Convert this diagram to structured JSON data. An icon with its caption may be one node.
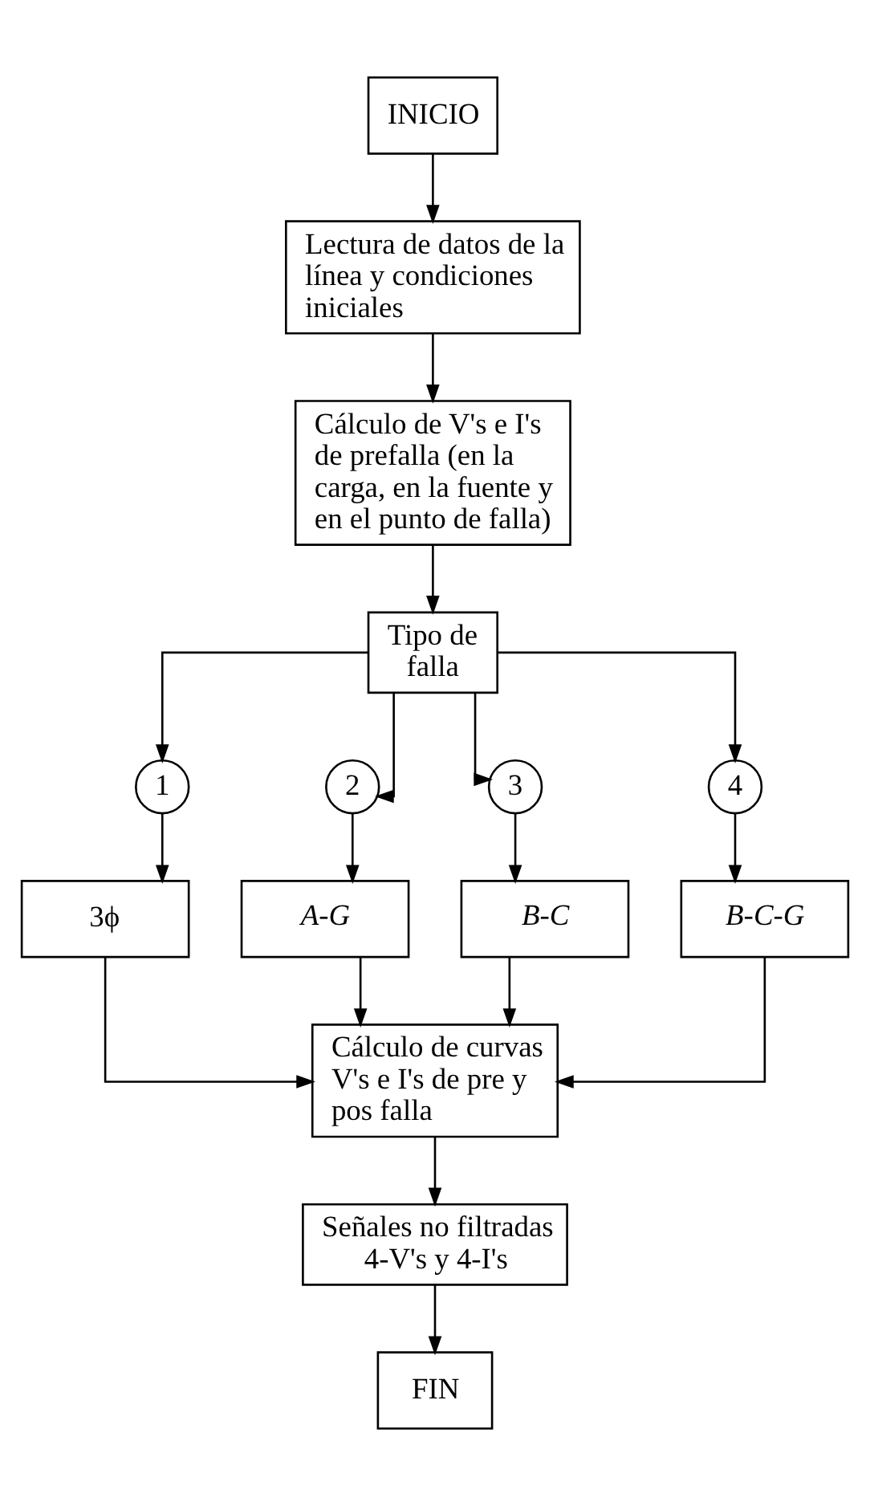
{
  "diagram": {
    "nodes": [
      {
        "text": [
          "INICIO"
        ]
      },
      {
        "text": [
          "Lectura de datos de la línea y condiciones iniciales"
        ]
      },
      {
        "text": [
          "Cálculo de V's e I's de prefalla (en la carga, en la fuente y en el punto de falla)"
        ]
      },
      {
        "text": [
          "Tipo de falla"
        ]
      },
      {
        "text": [
          "1"
        ]
      },
      {
        "text": [
          "2"
        ]
      },
      {
        "text": [
          "3"
        ]
      },
      {
        "text": [
          "4"
        ]
      },
      {
        "text": [
          "3ϕ"
        ]
      },
      {
        "text": [
          "A-G"
        ]
      },
      {
        "text": [
          "B-C"
        ]
      },
      {
        "text": [
          "B-C-G"
        ]
      },
      {
        "text": [
          "Cálculo de curvas V's e I's de pre y pos falla"
        ]
      },
      {
        "text": [
          "Señales no filtradas 4-V's y 4-I's"
        ]
      },
      {
        "text": [
          "FIN"
        ]
      }
    ],
    "edges": [
      {
        "from": 0,
        "to": 1,
        "arrow": "to"
      },
      {
        "from": 1,
        "to": 2,
        "arrow": "to"
      },
      {
        "from": 2,
        "to": 3,
        "arrow": "to"
      },
      {
        "from": 3,
        "to": 4,
        "arrow": "to"
      },
      {
        "from": 3,
        "to": 5,
        "arrow": "to"
      },
      {
        "from": 3,
        "to": 6,
        "arrow": "to"
      },
      {
        "from": 3,
        "to": 7,
        "arrow": "to"
      },
      {
        "from": 4,
        "to": 8,
        "arrow": "to"
      },
      {
        "from": 5,
        "to": 9,
        "arrow": "to"
      },
      {
        "from": 6,
        "to": 10,
        "arrow": "to"
      },
      {
        "from": 7,
        "to": 11,
        "arrow": "to"
      },
      {
        "from": 8,
        "to": 12,
        "arrow": "to"
      },
      {
        "from": 9,
        "to": 12,
        "arrow": "to"
      },
      {
        "from": 10,
        "to": 12,
        "arrow": "to"
      },
      {
        "from": 11,
        "to": 12,
        "arrow": "to"
      },
      {
        "from": 12,
        "to": 13,
        "arrow": "to"
      },
      {
        "from": 13,
        "to": 14,
        "arrow": "to"
      }
    ]
  }
}
